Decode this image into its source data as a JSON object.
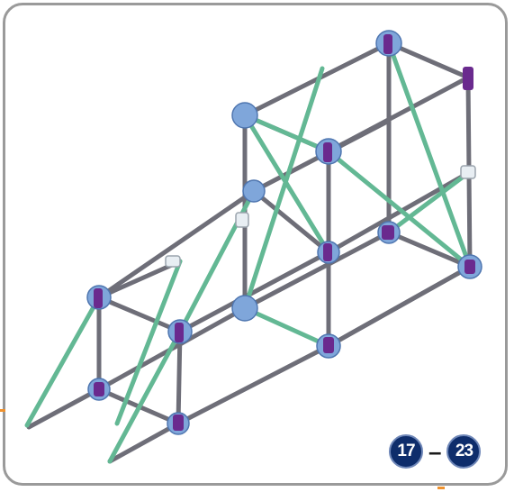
{
  "steps": {
    "from": "17",
    "separator": "–",
    "to": "23"
  },
  "colors": {
    "frame_border": "#9a9a9a",
    "rod_grey": "#6e6e78",
    "rod_green": "#63b894",
    "connector_blue": "#7fa6da",
    "connector_purple": "#6a2a8e",
    "connector_white": "#e8eef3",
    "badge_fill": "#0e2d6b"
  },
  "icons": [
    "construction-model-illustration",
    "step-badge"
  ]
}
